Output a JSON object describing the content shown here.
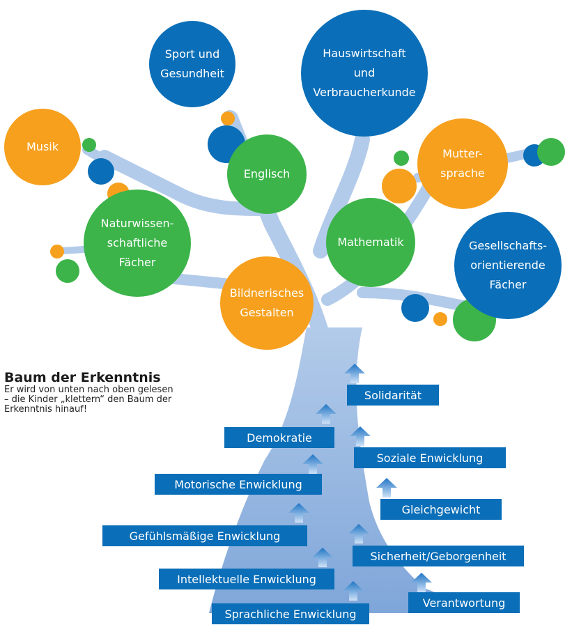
{
  "colors": {
    "blue": "#0a6eb8",
    "green": "#3cb44a",
    "orange": "#f6a01e",
    "trunk": "#a9c4e6",
    "trunk_dark": "#7ea5d8",
    "label_bg": "#0a6eb8"
  },
  "subjects": [
    {
      "id": "sport",
      "text": "Sport und\nGesundheit",
      "color": "blue"
    },
    {
      "id": "hauswirtschaft",
      "text": "Hauswirtschaft\nund\nVerbraucherkunde",
      "color": "blue"
    },
    {
      "id": "musik",
      "text": "Musik",
      "color": "orange"
    },
    {
      "id": "englisch",
      "text": "Englisch",
      "color": "green"
    },
    {
      "id": "muttersprache",
      "text": "Mutter-\nsprache",
      "color": "orange"
    },
    {
      "id": "naturwissenschaft",
      "text": "Naturwissen-\nschaftliche\nFächer",
      "color": "green"
    },
    {
      "id": "mathematik",
      "text": "Mathematik",
      "color": "green"
    },
    {
      "id": "gesellschaft",
      "text": "Gesellschafts-\norientierende\nFächer",
      "color": "blue"
    },
    {
      "id": "bildnerisch",
      "text": "Bildnerisches\nGestalten",
      "color": "orange"
    }
  ],
  "legend": {
    "title": "Baum der Erkenntnis",
    "text": "Er wird von unten nach oben gelesen\n– die Kinder „klettern“ den Baum der\nErkenntnis hinauf!"
  },
  "steps": [
    {
      "id": "solidaritaet",
      "text": "Solidarität"
    },
    {
      "id": "demokratie",
      "text": "Demokratie"
    },
    {
      "id": "soziale",
      "text": "Soziale Enwicklung"
    },
    {
      "id": "motorische",
      "text": "Motorische Enwicklung"
    },
    {
      "id": "gleichgewicht",
      "text": "Gleichgewicht"
    },
    {
      "id": "gefuehl",
      "text": "Gefühlsmäßige Enwicklung"
    },
    {
      "id": "sicherheit",
      "text": "Sicherheit/Geborgenheit"
    },
    {
      "id": "intellektuelle",
      "text": "Intellektuelle Enwicklung"
    },
    {
      "id": "verantwortung",
      "text": "Verantwortung"
    },
    {
      "id": "sprachliche",
      "text": "Sprachliche Enwicklung"
    }
  ]
}
